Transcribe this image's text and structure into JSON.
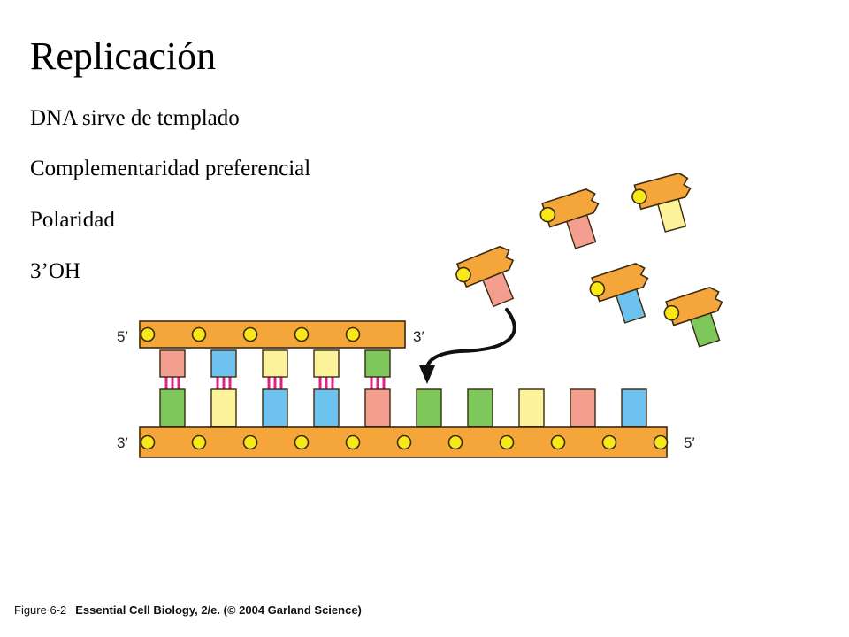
{
  "slide": {
    "title": "Replicación",
    "bullets": [
      "DNA sirve de templado",
      "Complementaridad preferencial",
      "Polaridad",
      "3’OH"
    ]
  },
  "diagram": {
    "strand_labels": {
      "new_strand_5": "5′",
      "new_strand_3": "3′",
      "template_strand_3": "3′",
      "template_strand_5": "5′"
    },
    "colors": {
      "backbone": "#f4a63a",
      "phosphate": "#f9e818",
      "base_A": "#7ec75a",
      "base_T": "#fbf29a",
      "base_G": "#f39e8e",
      "base_C": "#6ec2ee",
      "h_bond": "#e0218a",
      "arrow": "#111111"
    },
    "pairs": [
      {
        "top": "G",
        "bottom": "A"
      },
      {
        "top": "C",
        "bottom": "T"
      },
      {
        "top": "T",
        "bottom": "C"
      },
      {
        "top": "T",
        "bottom": "C"
      },
      {
        "top": "A",
        "bottom": "G"
      }
    ],
    "unpaired_template_bases": [
      "A",
      "A",
      "T",
      "G",
      "C"
    ],
    "free_nucleotides": [
      "G",
      "G",
      "T",
      "C",
      "A"
    ]
  },
  "caption": {
    "figure": "Figure 6-2",
    "source": "Essential Cell Biology, 2/e. (© 2004 Garland Science)"
  }
}
